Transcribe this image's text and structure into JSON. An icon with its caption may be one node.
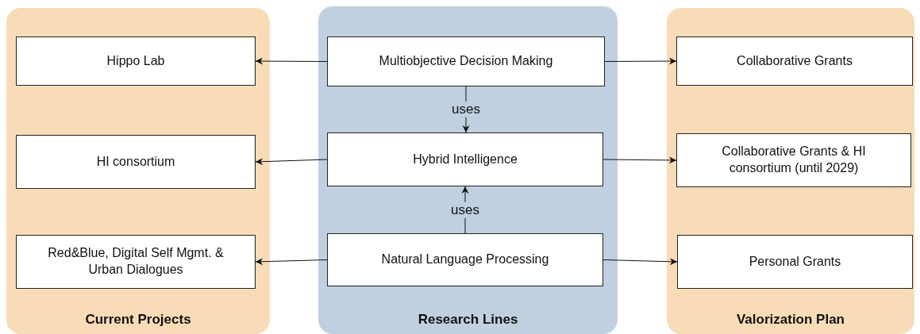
{
  "diagram": {
    "nodes": [
      {
        "text": [
          "Current Projects"
        ]
      },
      {
        "text": [
          "Hippo Lab"
        ],
        "in": 0
      },
      {
        "text": [
          "HI consortium"
        ],
        "in": 0
      },
      {
        "text": [
          "Red&Blue, Digital Self Mgmt. & Urban Dialogues"
        ],
        "in": 0
      },
      {
        "text": [
          "Research Lines"
        ]
      },
      {
        "text": [
          "Multiobjective Decision Making"
        ],
        "in": 4
      },
      {
        "text": [
          "Hybrid Intelligence"
        ],
        "in": 4
      },
      {
        "text": [
          "Natural Language Processing"
        ],
        "in": 4
      },
      {
        "text": [
          "Valorization Plan"
        ]
      },
      {
        "text": [
          "Collaborative Grants"
        ],
        "in": 8
      },
      {
        "text": [
          "Collaborative Grants & HI consortium (until 2029)"
        ],
        "in": 8
      },
      {
        "text": [
          "Personal Grants"
        ],
        "in": 8
      }
    ],
    "edges": [
      {
        "from": 5,
        "to": 1,
        "arrow": "to"
      },
      {
        "from": 5,
        "to": 9,
        "arrow": "to"
      },
      {
        "from": 5,
        "to": 6,
        "arrow": "to",
        "label": "uses"
      },
      {
        "from": 6,
        "to": 2,
        "arrow": "to"
      },
      {
        "from": 6,
        "to": 10,
        "arrow": "to"
      },
      {
        "from": 7,
        "to": 6,
        "arrow": "to",
        "label": "uses"
      },
      {
        "from": 7,
        "to": 3,
        "arrow": "to"
      },
      {
        "from": 7,
        "to": 11,
        "arrow": "to"
      }
    ]
  }
}
